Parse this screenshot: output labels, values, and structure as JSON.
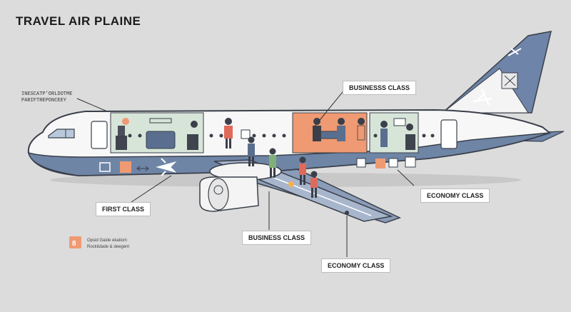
{
  "title": "TRAVEL AIR PLAINE",
  "labels": {
    "top_note_line1": "INESCATP'ORLDOTME",
    "top_note_line2": "PARIFTREPONCEEY",
    "business_top": "BUSINESSS CLASS",
    "first_class": "FIRST CLASS",
    "business_bottom": "BUSINESS CLASS",
    "economy_right": "ECONOMY CLASS",
    "economy_bottom": "ECONOMY  CLASS"
  },
  "legend": {
    "line1": "Opsid Gaide ekatiom",
    "line2": "Rockitdade & deegent"
  },
  "colors": {
    "background": "#dcdcdc",
    "fuselage_white": "#f7f7f7",
    "fuselage_blue": "#6f85a6",
    "tail_blue": "#6e84a8",
    "cabin_green": "#d7e5d8",
    "accent_orange": "#ef9a72",
    "outline": "#3a3f4a"
  },
  "icons": [
    "airplane-icon",
    "orange-logo-icon"
  ]
}
